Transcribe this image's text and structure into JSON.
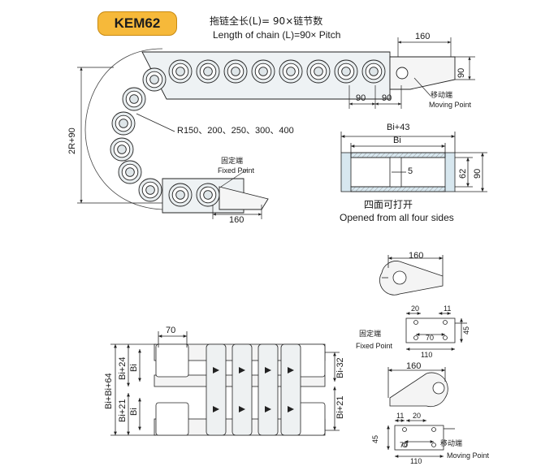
{
  "model": "KEM62",
  "formula_cn": "拖链全长(L)= 90×链节数",
  "formula_en": "Length of chain (L)=90× Pitch",
  "top_view": {
    "dim_top_end": "160",
    "dim_end_height": "90",
    "dim_pitch_a": "90",
    "dim_pitch_b": "90",
    "dim_height": "2R+90",
    "dim_bottom_end": "160",
    "radius_note": "R150、200、250、300、400",
    "fixed_cn": "固定端",
    "fixed_en": "Fixed Point",
    "moving_cn": "移动端",
    "moving_en": "Moving Point"
  },
  "cross_section": {
    "width_outer": "Bi+43",
    "width_inner": "Bi",
    "gap": "5",
    "height_inner": "62",
    "height_outer": "90",
    "caption_cn": "四面可打开",
    "caption_en": "Opened from all four sides"
  },
  "plan_view": {
    "dim_70": "70",
    "bi_64": "Bi+Bi+64",
    "bi_24": "Bi+24",
    "bi": "Bi",
    "bi_21a": "Bi+21",
    "bi_b": "Bi",
    "bi_32": "Bi-32",
    "bi_21b": "Bi+21"
  },
  "fixed_bracket": {
    "side_dim": "160",
    "d20": "20",
    "d11": "11",
    "d70": "70",
    "d110": "110",
    "d45": "45",
    "caption_cn": "固定端",
    "caption_en": "Fixed Point"
  },
  "moving_bracket": {
    "side_dim": "160",
    "d11": "11",
    "d20": "20",
    "d45": "45",
    "d70": "70",
    "d110": "110",
    "caption_cn": "移动端",
    "caption_en": "Moving Point"
  }
}
